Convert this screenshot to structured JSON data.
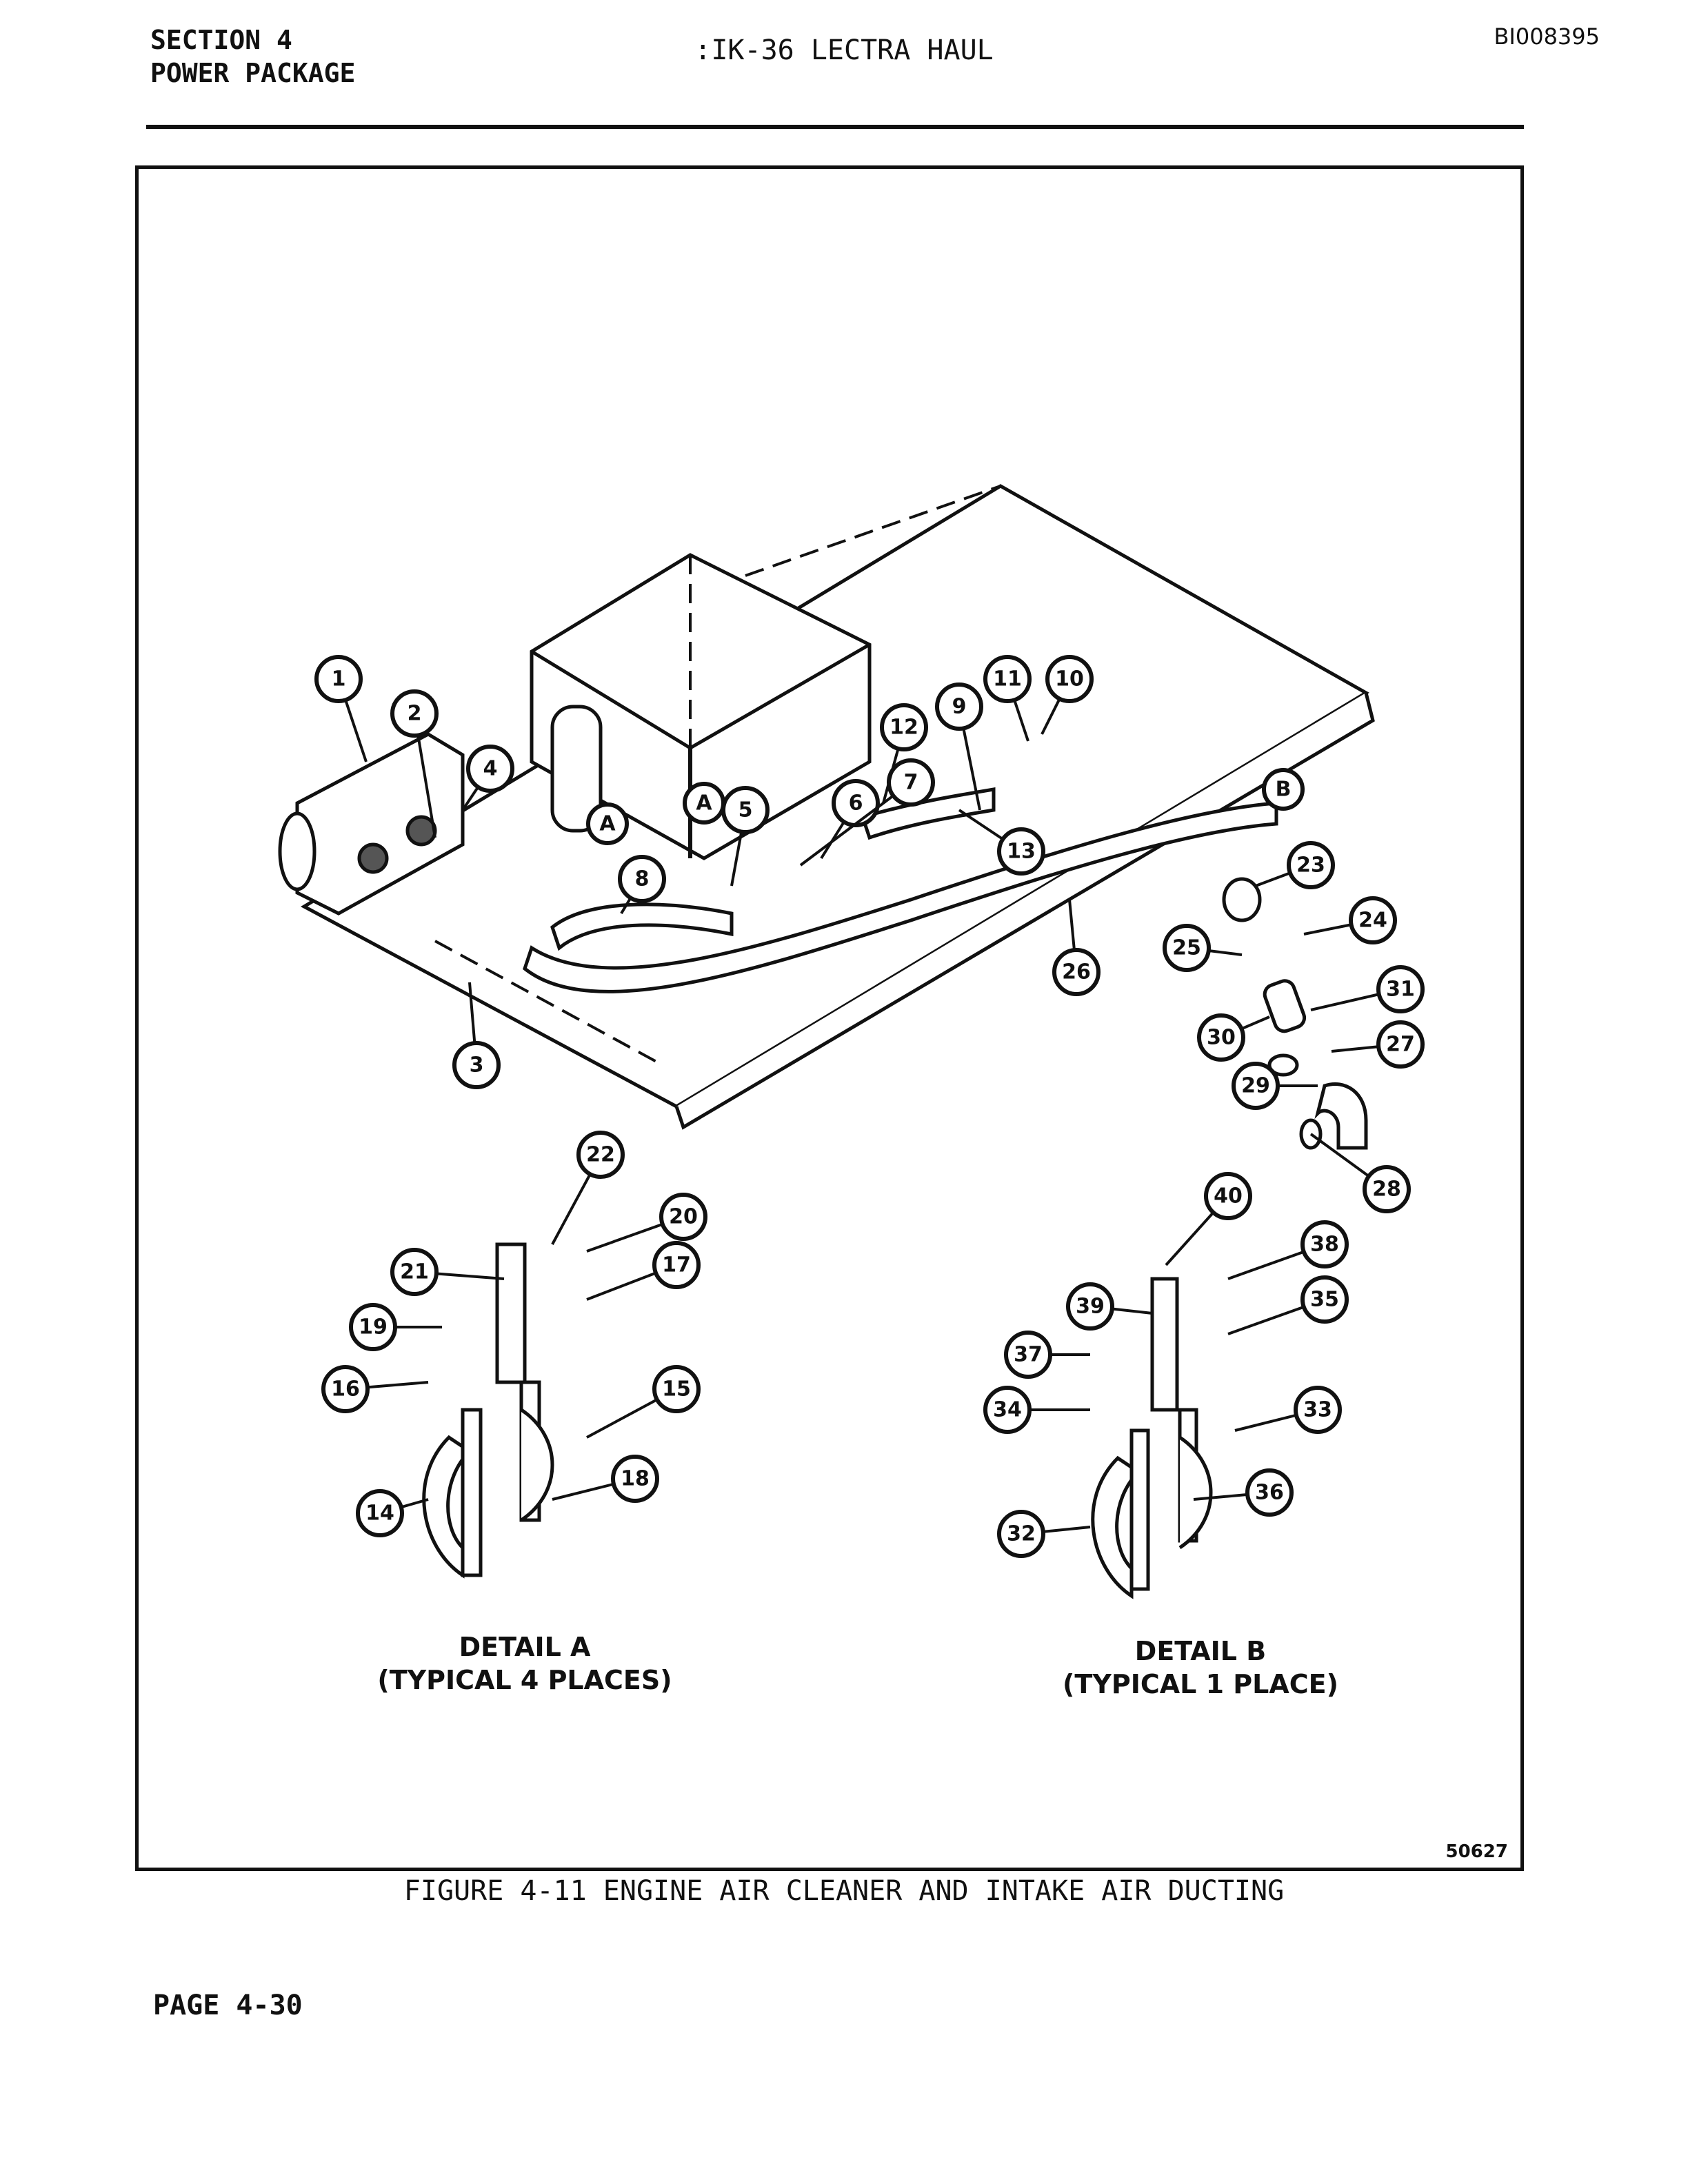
{
  "header": {
    "section": "SECTION 4",
    "subsection": "POWER PACKAGE",
    "title": ":IK-36 LECTRA HAUL",
    "doc_id": "BI008395"
  },
  "figure": {
    "number": "50627",
    "caption": "FIGURE 4-11 ENGINE AIR CLEANER AND INTAKE AIR DUCTING",
    "detail_a": {
      "title": "DETAIL A",
      "note": "(TYPICAL 4 PLACES)"
    },
    "detail_b": {
      "title": "DETAIL B",
      "note": "(TYPICAL 1 PLACE)"
    },
    "callouts": [
      "1",
      "2",
      "3",
      "4",
      "5",
      "6",
      "7",
      "8",
      "9",
      "10",
      "11",
      "12",
      "13",
      "14",
      "15",
      "16",
      "17",
      "18",
      "19",
      "20",
      "21",
      "22",
      "23",
      "24",
      "25",
      "26",
      "27",
      "28",
      "29",
      "30",
      "31",
      "32",
      "33",
      "34",
      "35",
      "36",
      "37",
      "38",
      "39",
      "40"
    ],
    "detail_refs": [
      "A",
      "A",
      "B"
    ]
  },
  "footer": {
    "page": "PAGE 4-30"
  }
}
